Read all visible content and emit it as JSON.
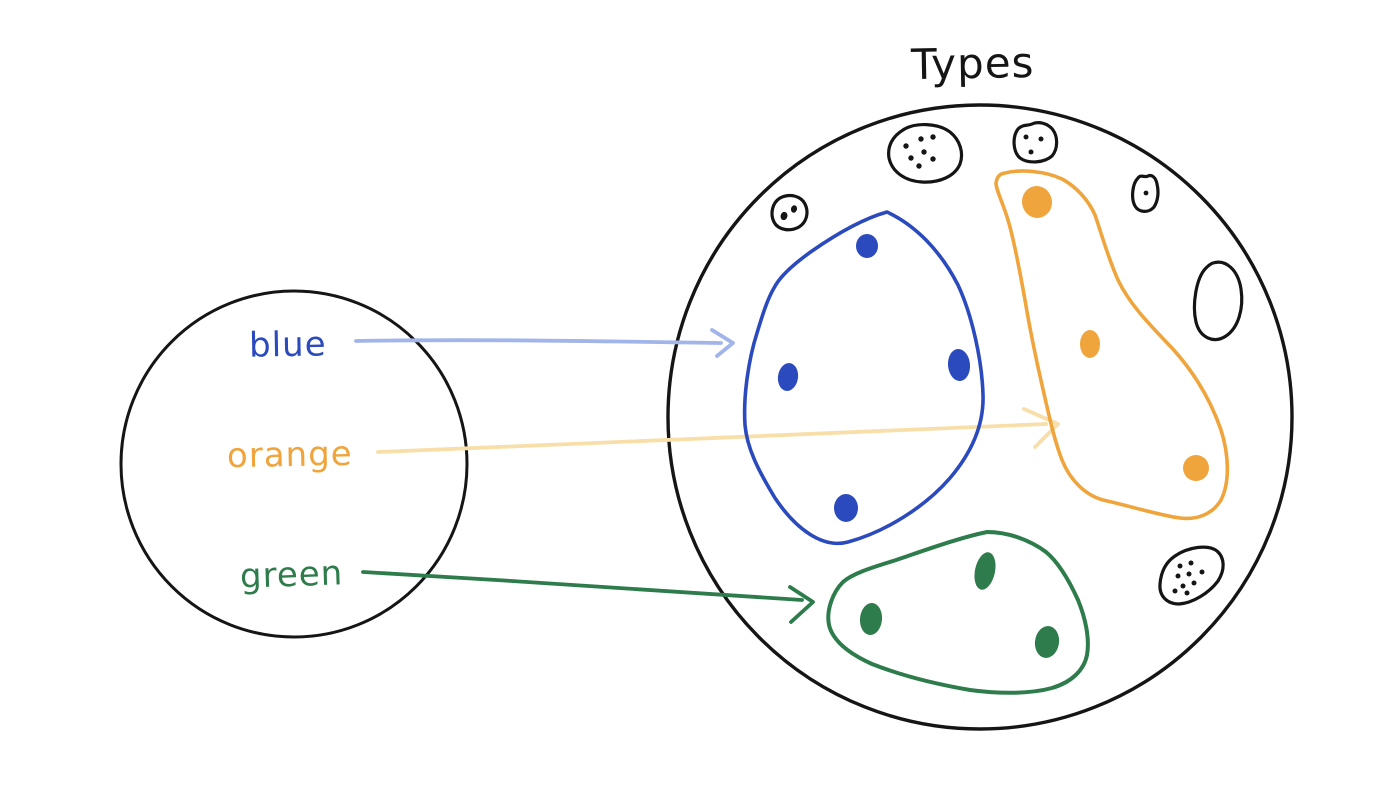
{
  "title": "Types",
  "colors": {
    "background": "#ffffff",
    "ink": "#151515",
    "blue": "#2b4abd",
    "blue_arrow": "#a2b5ea",
    "orange": "#f0a43c",
    "orange_arrow": "#f8dfa9",
    "green": "#2e7c4b"
  },
  "legend": {
    "items": [
      {
        "label": "blue",
        "color": "#2b4abd",
        "arrow_color": "#a2b5ea"
      },
      {
        "label": "orange",
        "color": "#f0a43c",
        "arrow_color": "#f8dfa9"
      },
      {
        "label": "green",
        "color": "#2e7c4b",
        "arrow_color": "#2e7c4b"
      }
    ]
  },
  "clusters": [
    {
      "name": "blue",
      "color": "#2b4abd",
      "dot_count": 4
    },
    {
      "name": "orange",
      "color": "#f0a43c",
      "dot_count": 3
    },
    {
      "name": "green",
      "color": "#2e7c4b",
      "dot_count": 3
    }
  ],
  "unlabeled_blobs": [
    {
      "name": "speckled-blob-top-left",
      "dot_count": 7
    },
    {
      "name": "small-blob-top",
      "dot_count": 3
    },
    {
      "name": "small-blob-upper-right",
      "dot_count": 1
    },
    {
      "name": "small-blob-left",
      "dot_count": 2
    },
    {
      "name": "empty-oval-right",
      "dot_count": 0
    },
    {
      "name": "speckled-blob-bottom-right",
      "dot_count": 9
    }
  ]
}
